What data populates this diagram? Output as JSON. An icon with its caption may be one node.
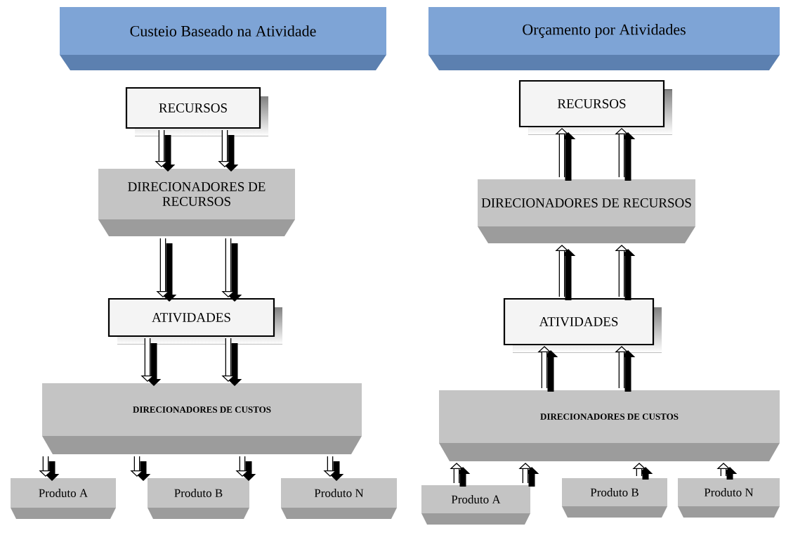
{
  "diagram": {
    "nodes": [
      {
        "text": [
          "Custeio Baseado na Atividade"
        ]
      },
      {
        "text": [
          "RECURSOS"
        ]
      },
      {
        "text": [
          "DIRECIONADORES DE RECURSOS"
        ]
      },
      {
        "text": [
          "ATIVIDADES"
        ]
      },
      {
        "text": [
          "DIRECIONADORES DE CUSTOS"
        ]
      },
      {
        "text": [
          "Produto A"
        ]
      },
      {
        "text": [
          "Produto B"
        ]
      },
      {
        "text": [
          "Produto N"
        ]
      },
      {
        "text": [
          "Orçamento por Atividades"
        ]
      },
      {
        "text": [
          "RECURSOS"
        ]
      },
      {
        "text": [
          "DIRECIONADORES DE RECURSOS"
        ]
      },
      {
        "text": [
          "ATIVIDADES"
        ]
      },
      {
        "text": [
          "DIRECIONADORES DE CUSTOS"
        ]
      },
      {
        "text": [
          "Produto A"
        ]
      },
      {
        "text": [
          "Produto B"
        ]
      },
      {
        "text": [
          "Produto N"
        ]
      }
    ],
    "edges": [
      {
        "from": 1,
        "to": 2,
        "arrow": "to"
      },
      {
        "from": 1,
        "to": 2,
        "arrow": "to"
      },
      {
        "from": 2,
        "to": 3,
        "arrow": "to"
      },
      {
        "from": 2,
        "to": 3,
        "arrow": "to"
      },
      {
        "from": 3,
        "to": 4,
        "arrow": "to"
      },
      {
        "from": 3,
        "to": 4,
        "arrow": "to"
      },
      {
        "from": 4,
        "to": 5,
        "arrow": "to"
      },
      {
        "from": 4,
        "to": 6,
        "arrow": "to"
      },
      {
        "from": 4,
        "to": 6,
        "arrow": "to"
      },
      {
        "from": 4,
        "to": 7,
        "arrow": "to"
      },
      {
        "from": 10,
        "to": 9,
        "arrow": "to"
      },
      {
        "from": 10,
        "to": 9,
        "arrow": "to"
      },
      {
        "from": 11,
        "to": 10,
        "arrow": "to"
      },
      {
        "from": 11,
        "to": 10,
        "arrow": "to"
      },
      {
        "from": 12,
        "to": 11,
        "arrow": "to"
      },
      {
        "from": 12,
        "to": 11,
        "arrow": "to"
      },
      {
        "from": 13,
        "to": 12,
        "arrow": "to"
      },
      {
        "from": 13,
        "to": 12,
        "arrow": "to"
      },
      {
        "from": 14,
        "to": 12,
        "arrow": "to"
      },
      {
        "from": 15,
        "to": 12,
        "arrow": "to"
      }
    ]
  }
}
